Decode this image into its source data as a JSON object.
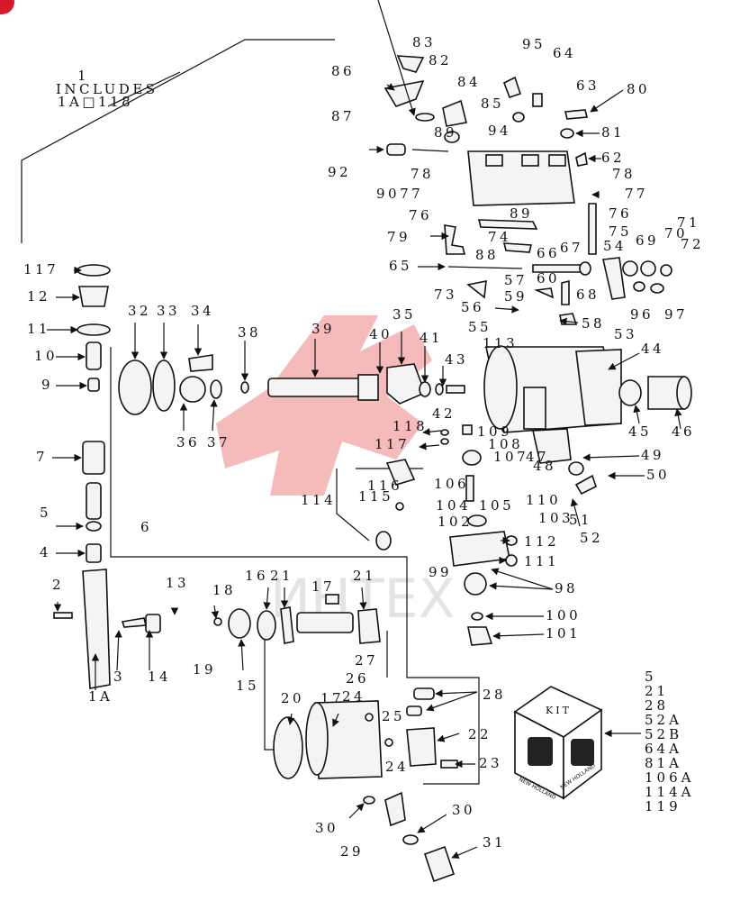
{
  "header": {
    "includes_number": "1",
    "includes_label": "INCLUDES",
    "includes_range": "1A□118"
  },
  "watermark": {
    "text": "ИНТЕХ",
    "color": "#e23a3a"
  },
  "corner_badge": {
    "color": "#d9182a"
  },
  "part_labels": [
    {
      "id": "83",
      "t": "83"
    },
    {
      "id": "82",
      "t": "82"
    },
    {
      "id": "86",
      "t": "86"
    },
    {
      "id": "95",
      "t": "95"
    },
    {
      "id": "64",
      "t": "64"
    },
    {
      "id": "80",
      "t": "80"
    },
    {
      "id": "84",
      "t": "84"
    },
    {
      "id": "63",
      "t": "63"
    },
    {
      "id": "87",
      "t": "87"
    },
    {
      "id": "85",
      "t": "85"
    },
    {
      "id": "81",
      "t": "81"
    },
    {
      "id": "89a",
      "t": "89"
    },
    {
      "id": "94",
      "t": "94"
    },
    {
      "id": "62",
      "t": "62"
    },
    {
      "id": "92",
      "t": "92"
    },
    {
      "id": "78a",
      "t": "78"
    },
    {
      "id": "78b",
      "t": "78"
    },
    {
      "id": "9077",
      "t": "9077"
    },
    {
      "id": "77",
      "t": "77"
    },
    {
      "id": "76a",
      "t": "76"
    },
    {
      "id": "89b",
      "t": "89"
    },
    {
      "id": "76b",
      "t": "76"
    },
    {
      "id": "71",
      "t": "71"
    },
    {
      "id": "74",
      "t": "74"
    },
    {
      "id": "75",
      "t": "75"
    },
    {
      "id": "69",
      "t": "69"
    },
    {
      "id": "70",
      "t": "70"
    },
    {
      "id": "72",
      "t": "72"
    },
    {
      "id": "79",
      "t": "79"
    },
    {
      "id": "88",
      "t": "88"
    },
    {
      "id": "66",
      "t": "66"
    },
    {
      "id": "67",
      "t": "67"
    },
    {
      "id": "54",
      "t": "54"
    },
    {
      "id": "65",
      "t": "65"
    },
    {
      "id": "57",
      "t": "57"
    },
    {
      "id": "60",
      "t": "60"
    },
    {
      "id": "73",
      "t": "73"
    },
    {
      "id": "59",
      "t": "59"
    },
    {
      "id": "68",
      "t": "68"
    },
    {
      "id": "96",
      "t": "96"
    },
    {
      "id": "97",
      "t": "97"
    },
    {
      "id": "56",
      "t": "56"
    },
    {
      "id": "58",
      "t": "58"
    },
    {
      "id": "55",
      "t": "55"
    },
    {
      "id": "53",
      "t": "53"
    },
    {
      "id": "117a",
      "t": "117"
    },
    {
      "id": "12",
      "t": "12"
    },
    {
      "id": "11",
      "t": "11"
    },
    {
      "id": "10",
      "t": "10"
    },
    {
      "id": "9",
      "t": "9"
    },
    {
      "id": "32",
      "t": "32"
    },
    {
      "id": "33",
      "t": "33"
    },
    {
      "id": "34",
      "t": "34"
    },
    {
      "id": "38",
      "t": "38"
    },
    {
      "id": "39",
      "t": "39"
    },
    {
      "id": "35",
      "t": "35"
    },
    {
      "id": "40",
      "t": "40"
    },
    {
      "id": "41",
      "t": "41"
    },
    {
      "id": "113",
      "t": "113"
    },
    {
      "id": "44",
      "t": "44"
    },
    {
      "id": "43",
      "t": "43"
    },
    {
      "id": "36",
      "t": "36"
    },
    {
      "id": "37",
      "t": "37"
    },
    {
      "id": "42",
      "t": "42"
    },
    {
      "id": "45",
      "t": "45"
    },
    {
      "id": "46",
      "t": "46"
    },
    {
      "id": "118",
      "t": "118"
    },
    {
      "id": "109",
      "t": "109"
    },
    {
      "id": "117b",
      "t": "117"
    },
    {
      "id": "108",
      "t": "108"
    },
    {
      "id": "49",
      "t": "49"
    },
    {
      "id": "7",
      "t": "7"
    },
    {
      "id": "107",
      "t": "107"
    },
    {
      "id": "47",
      "t": "47"
    },
    {
      "id": "48",
      "t": "48"
    },
    {
      "id": "50",
      "t": "50"
    },
    {
      "id": "116",
      "t": "116"
    },
    {
      "id": "106",
      "t": "106"
    },
    {
      "id": "114",
      "t": "114"
    },
    {
      "id": "115",
      "t": "115"
    },
    {
      "id": "105",
      "t": "105"
    },
    {
      "id": "110",
      "t": "110"
    },
    {
      "id": "104",
      "t": "104"
    },
    {
      "id": "103",
      "t": "103"
    },
    {
      "id": "51",
      "t": "51"
    },
    {
      "id": "5",
      "t": "5"
    },
    {
      "id": "6",
      "t": "6"
    },
    {
      "id": "102",
      "t": "102"
    },
    {
      "id": "52",
      "t": "52"
    },
    {
      "id": "4",
      "t": "4"
    },
    {
      "id": "112",
      "t": "112"
    },
    {
      "id": "111",
      "t": "111"
    },
    {
      "id": "99",
      "t": "99"
    },
    {
      "id": "98",
      "t": "98"
    },
    {
      "id": "2",
      "t": "2"
    },
    {
      "id": "13",
      "t": "13"
    },
    {
      "id": "16",
      "t": "16"
    },
    {
      "id": "21a",
      "t": "21"
    },
    {
      "id": "17a",
      "t": "17"
    },
    {
      "id": "21b",
      "t": "21"
    },
    {
      "id": "18",
      "t": "18"
    },
    {
      "id": "100",
      "t": "100"
    },
    {
      "id": "101",
      "t": "101"
    },
    {
      "id": "3",
      "t": "3"
    },
    {
      "id": "14",
      "t": "14"
    },
    {
      "id": "19",
      "t": "19"
    },
    {
      "id": "15",
      "t": "15"
    },
    {
      "id": "1A",
      "t": "1A"
    },
    {
      "id": "27",
      "t": "27"
    },
    {
      "id": "26",
      "t": "26"
    },
    {
      "id": "28",
      "t": "28"
    },
    {
      "id": "24a",
      "t": "24"
    },
    {
      "id": "20",
      "t": "20"
    },
    {
      "id": "17b",
      "t": "17"
    },
    {
      "id": "25",
      "t": "25"
    },
    {
      "id": "22",
      "t": "22"
    },
    {
      "id": "24b",
      "t": "24"
    },
    {
      "id": "23",
      "t": "23"
    },
    {
      "id": "30a",
      "t": "30"
    },
    {
      "id": "30b",
      "t": "30"
    },
    {
      "id": "29",
      "t": "29"
    },
    {
      "id": "31",
      "t": "31"
    }
  ],
  "kit": {
    "box_label": "KIT",
    "brand": "NEW HOLLAND",
    "items": [
      "5",
      "21",
      "28",
      "52A",
      "52B",
      "64A",
      "81A",
      "106A",
      "114A",
      "119"
    ]
  }
}
